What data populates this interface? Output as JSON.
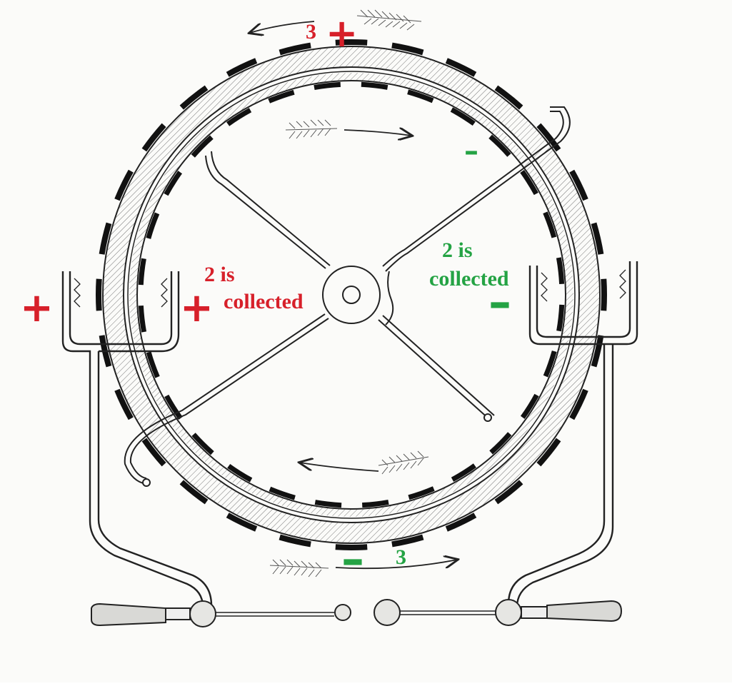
{
  "labels": {
    "top_number": "3",
    "top_sign": "+",
    "left_outer_sign": "+",
    "left_inner_sign": "+",
    "left_collected_line1": "2 is",
    "left_collected_line2": "collected",
    "right_upper_sign": "–",
    "right_collected_line1": "2 is",
    "right_collected_line2": "collected",
    "right_sign": "–",
    "bottom_sign": "–",
    "bottom_number": "3"
  },
  "colors": {
    "positive": "#d7202a",
    "negative": "#24a344",
    "ink": "#1a1a1a"
  }
}
